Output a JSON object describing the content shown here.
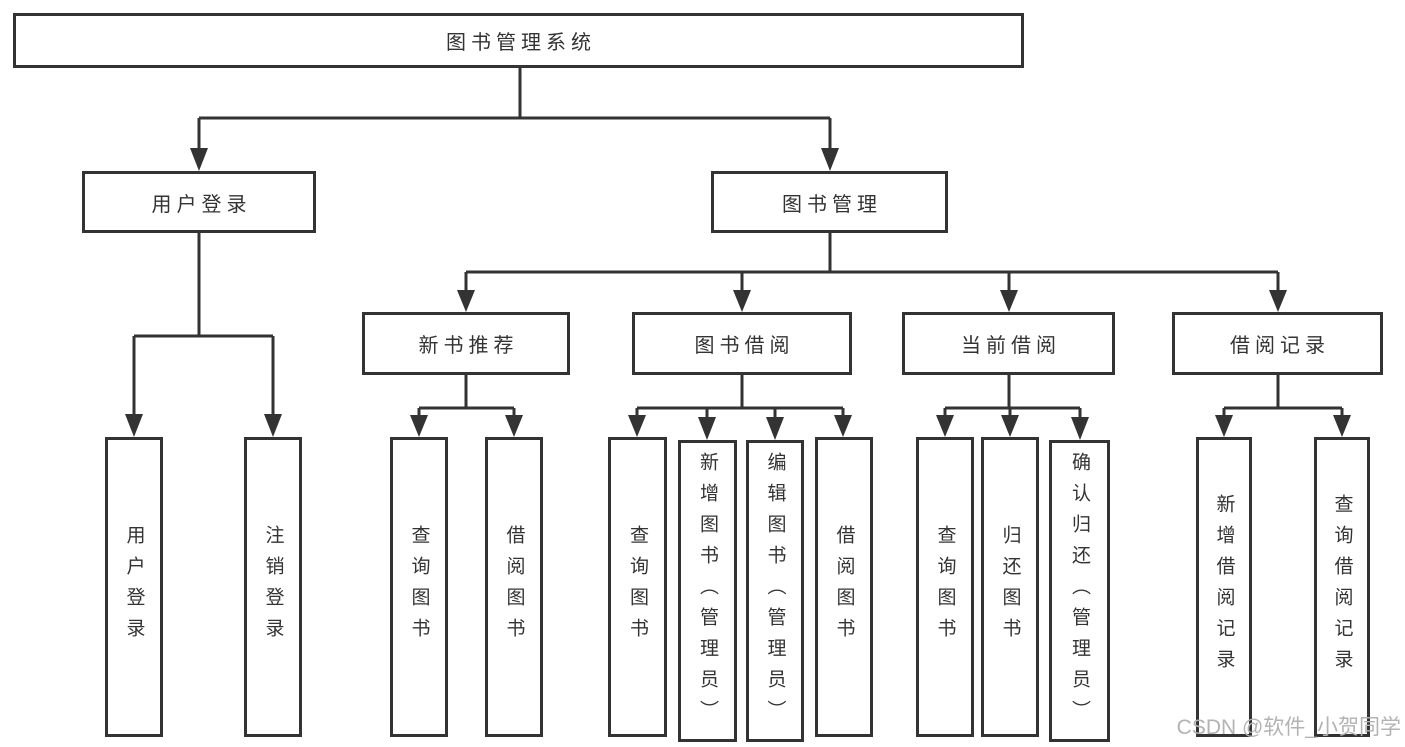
{
  "colors": {
    "line": "#333333",
    "text": "#333333",
    "background": "#ffffff",
    "watermark": "#b3b3b3"
  },
  "watermark": {
    "text": "CSDN @软件_小贺同学"
  },
  "tree": {
    "label": "图书管理系统",
    "children": [
      {
        "label": "用户登录",
        "children": [
          {
            "label": "用户登录"
          },
          {
            "label": "注销登录"
          }
        ]
      },
      {
        "label": "图书管理",
        "children": [
          {
            "label": "新书推荐",
            "children": [
              {
                "label": "查询图书"
              },
              {
                "label": "借阅图书"
              }
            ]
          },
          {
            "label": "图书借阅",
            "children": [
              {
                "label": "查询图书"
              },
              {
                "label": "新增图书（管理员）"
              },
              {
                "label": "编辑图书（管理员）"
              },
              {
                "label": "借阅图书"
              }
            ]
          },
          {
            "label": "当前借阅",
            "children": [
              {
                "label": "查询图书"
              },
              {
                "label": "归还图书"
              },
              {
                "label": "确认归还（管理员）"
              }
            ]
          },
          {
            "label": "借阅记录",
            "children": [
              {
                "label": "新增借阅记录"
              },
              {
                "label": "查询借阅记录"
              }
            ]
          }
        ]
      }
    ]
  }
}
